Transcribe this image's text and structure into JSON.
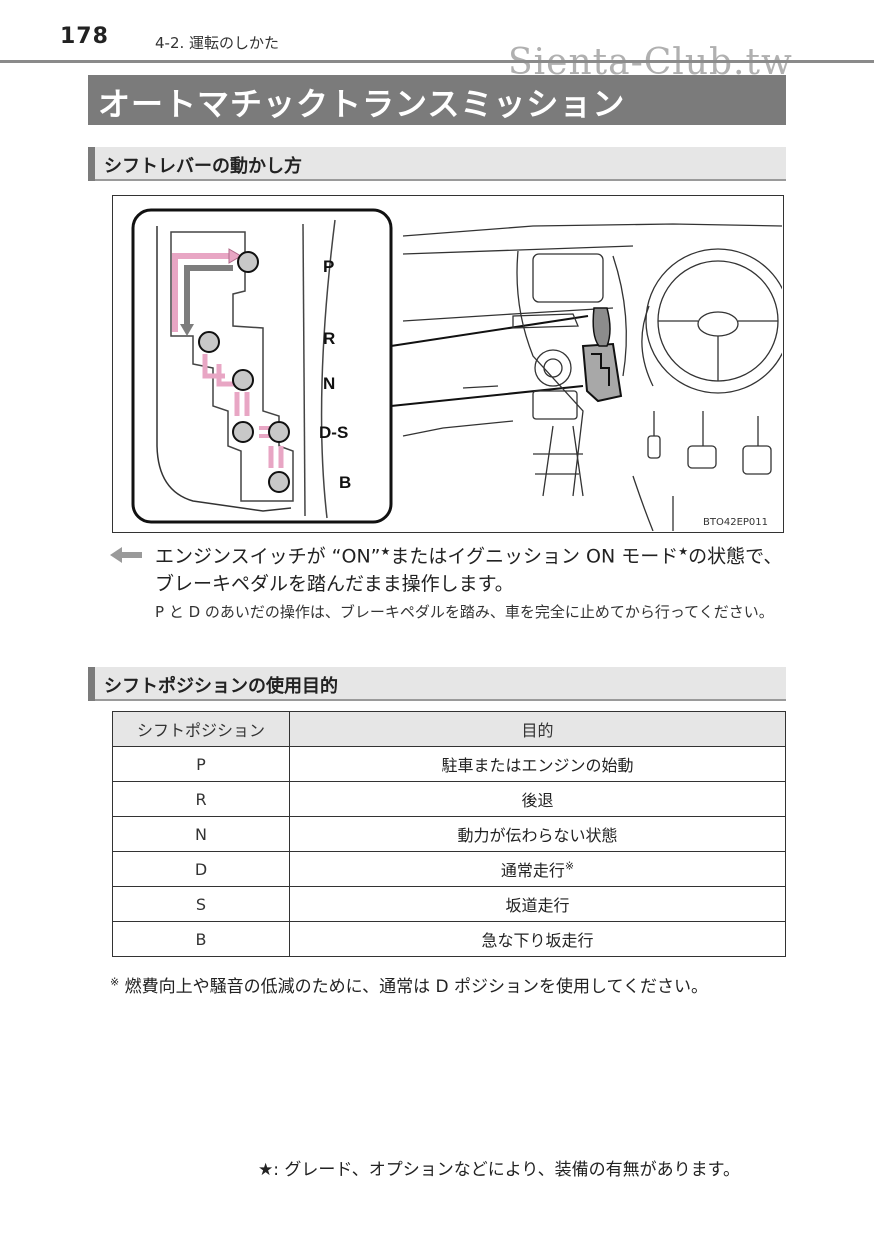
{
  "header": {
    "page_number": "178",
    "section": "4-2. 運転のしかた",
    "watermark": "Sienta-Club.tw"
  },
  "title": "オートマチックトランスミッション",
  "section1": {
    "heading": "シフトレバーの動かし方",
    "figure": {
      "code": "BTO42EP011",
      "gate_labels": [
        "P",
        "R",
        "N",
        "D-S",
        "B"
      ]
    },
    "note_main_part1": "エンジンスイッチが “ON”",
    "note_main_part2": "またはイグニッション ON モード",
    "note_main_part3": "の状態で、ブレーキペダルを踏んだまま操作します。",
    "star": "★",
    "note_sub": "P と D のあいだの操作は、ブレーキペダルを踏み、車を完全に止めてから行ってください。"
  },
  "section2": {
    "heading": "シフトポジションの使用目的",
    "table": {
      "headers": [
        "シフトポジション",
        "目的"
      ],
      "rows": [
        {
          "pos": "P",
          "purpose": "駐車またはエンジンの始動",
          "mark": ""
        },
        {
          "pos": "R",
          "purpose": "後退",
          "mark": ""
        },
        {
          "pos": "N",
          "purpose": "動力が伝わらない状態",
          "mark": ""
        },
        {
          "pos": "D",
          "purpose": "通常走行",
          "mark": "※"
        },
        {
          "pos": "S",
          "purpose": "坂道走行",
          "mark": ""
        },
        {
          "pos": "B",
          "purpose": "急な下り坂走行",
          "mark": ""
        }
      ]
    },
    "footnote_mark": "※",
    "footnote": "燃費向上や騒音の低減のために、通常は D ポジションを使用してください。"
  },
  "legend": {
    "star": "★",
    "text": ": グレード、オプションなどにより、装備の有無があります。"
  },
  "colors": {
    "title_bar": "#7b7b7b",
    "heading_bg": "#e6e6e6",
    "shift_path_pink": "#e8a6c4",
    "shift_path_gray": "#7d7d7d"
  }
}
